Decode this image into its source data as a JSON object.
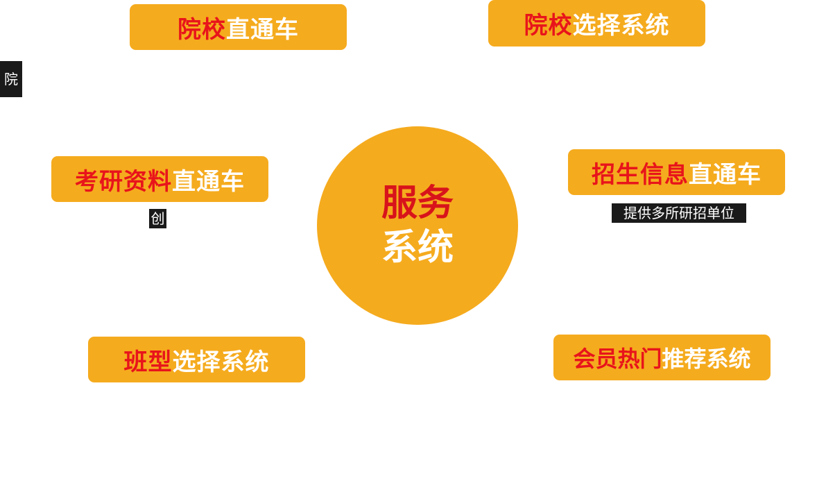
{
  "center": {
    "line1": "服务",
    "line2": "系统"
  },
  "pills": {
    "p1": {
      "red": "院校",
      "white": "直通车"
    },
    "p2": {
      "red": "院校",
      "white": "选择系统"
    },
    "p3": {
      "red": "考研资料",
      "white": "直通车"
    },
    "p4": {
      "red": "招生信息",
      "white": "直通车"
    },
    "p5": {
      "red": "班型",
      "white": "选择系统"
    },
    "p6": {
      "red": "会员热门",
      "white": "推荐系统"
    }
  },
  "tags": {
    "left_edge": "院",
    "under_p3": "创",
    "under_p4": "提供多所研招单位"
  },
  "colors": {
    "accent": "#f5ab1e",
    "red": "#e8141b",
    "white": "#ffffff",
    "tag_bg": "#1a1a1a"
  }
}
